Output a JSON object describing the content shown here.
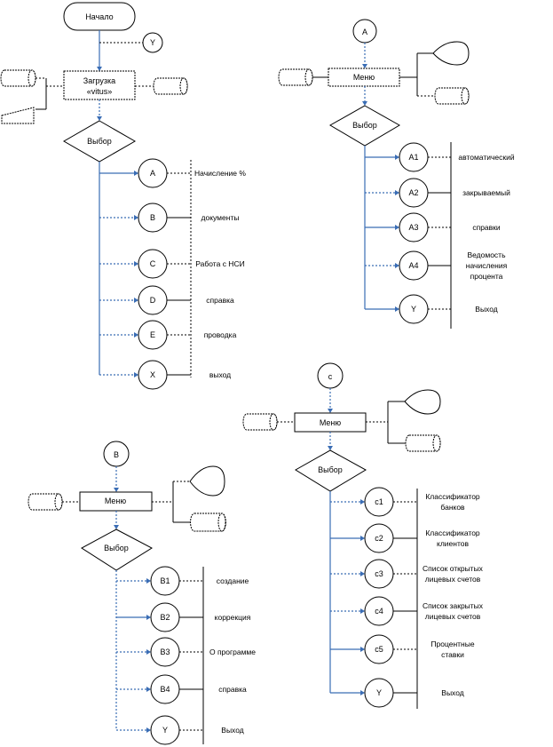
{
  "main": {
    "start": "Начало",
    "connector_y": "Y",
    "load_line1": "Загрузка",
    "load_line2": "«vitus»",
    "choice": "Выбор",
    "nodes": [
      {
        "id": "A",
        "label": "Начисление %"
      },
      {
        "id": "B",
        "label": "документы"
      },
      {
        "id": "C",
        "label": "Работа с НСИ"
      },
      {
        "id": "D",
        "label": "справка"
      },
      {
        "id": "E",
        "label": "проводка"
      },
      {
        "id": "X",
        "label": "выход"
      }
    ]
  },
  "sub_a": {
    "entry": "A",
    "menu": "Меню",
    "choice": "Выбор",
    "nodes": [
      {
        "id": "A1",
        "label": [
          "автоматический"
        ]
      },
      {
        "id": "A2",
        "label": [
          "закрываемый"
        ]
      },
      {
        "id": "A3",
        "label": [
          "справки"
        ]
      },
      {
        "id": "A4",
        "label": [
          "Ведомость",
          "начисления",
          "процента"
        ]
      },
      {
        "id": "Y",
        "label": [
          "Выход"
        ]
      }
    ]
  },
  "sub_b": {
    "entry": "B",
    "menu": "Меню",
    "choice": "Выбор",
    "nodes": [
      {
        "id": "B1",
        "label": [
          "создание"
        ]
      },
      {
        "id": "B2",
        "label": [
          "коррекция"
        ]
      },
      {
        "id": "B3",
        "label": [
          "О программе"
        ]
      },
      {
        "id": "B4",
        "label": [
          "справка"
        ]
      },
      {
        "id": "Y",
        "label": [
          "Выход"
        ]
      }
    ]
  },
  "sub_c": {
    "entry": "c",
    "menu": "Меню",
    "choice": "Выбор",
    "nodes": [
      {
        "id": "c1",
        "label": [
          "Классификатор",
          "банков"
        ]
      },
      {
        "id": "c2",
        "label": [
          "Классификатор",
          "клиентов"
        ]
      },
      {
        "id": "c3",
        "label": [
          "Список открытых",
          "лицевых счетов"
        ]
      },
      {
        "id": "c4",
        "label": [
          "Список закрытых",
          "лицевых счетов"
        ]
      },
      {
        "id": "c5",
        "label": [
          "Процентные",
          "ставки"
        ]
      },
      {
        "id": "Y",
        "label": [
          "Выход"
        ]
      }
    ]
  }
}
